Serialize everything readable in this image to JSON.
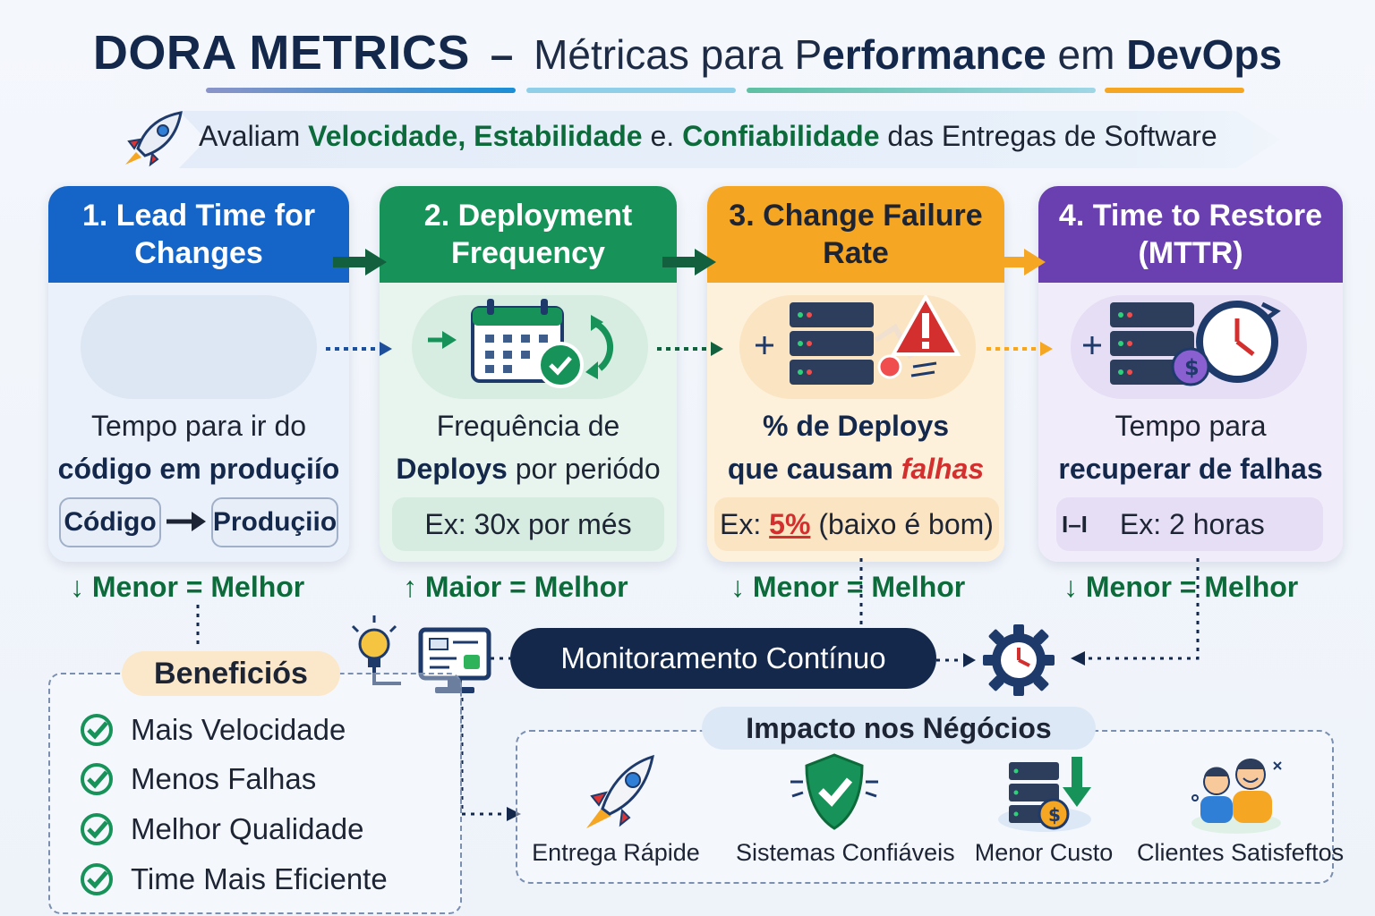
{
  "header": {
    "title_main": "DORA METRICS",
    "title_dash": "–",
    "title_part1": "Métricas para P",
    "title_bold1": "erformance",
    "title_part2": " em ",
    "title_bold2": "DevOps"
  },
  "subtitle": {
    "prefix": "Avaliam ",
    "velocidade": "Velocidade,",
    "estabilidade": " Estabilidade",
    "conj": " e. ",
    "confiabilidade": "Confiabilidade",
    "suffix": " das Entregas de Software"
  },
  "metrics": [
    {
      "header": "1. Lead Time for Changes",
      "desc_line1": "Tempo para ir do",
      "desc_line2": "código em produçiío",
      "flow_from": "Código",
      "flow_to": "Produçiio",
      "direction": "↓ Menor = Melhor",
      "color": "#1565c8"
    },
    {
      "header": "2.  Deployment Frequency",
      "desc_line1": "Frequência de",
      "desc_bold": "Deploys",
      "desc_rest": " por periódo",
      "example": "Ex: 30x por més",
      "direction": "↑ Maior = Melhor",
      "color": "#17935a"
    },
    {
      "header": "3.   Change Failure Rate",
      "desc_line1": "% de Deploys",
      "desc_bold": "que causam ",
      "desc_red": "falhas",
      "example_prefix": "Ex: ",
      "example_value": "5%",
      "example_suffix": " (baixo é bom)",
      "direction": "↓ Menor = Melhor",
      "color": "#f5a623"
    },
    {
      "header": "4. Time to Restore (MTTR)",
      "desc_line1": "Tempo para",
      "desc_line2": "recuperar de falhas",
      "example_icon": "I–I",
      "example": "Ex: 2 horas",
      "direction": "↓ Menor = Melhor",
      "color": "#6a3fb0"
    }
  ],
  "monitoring": {
    "label": "Monitoramento Contínuo"
  },
  "benefits": {
    "title": "Beneficiós",
    "items": [
      "Mais Velocidade",
      "Menos Falhas",
      "Melhor Qualidade",
      "Time Mais Eficiente"
    ]
  },
  "impact": {
    "title": "Impacto nos Négócios",
    "items": [
      "Entrega Rápide",
      "Sistemas Confiáveis",
      "Menor Custo",
      "Clientes Satisfeftos"
    ]
  },
  "colors": {
    "green_text": "#0d6a3a",
    "navy": "#14284b",
    "red": "#d32f2f"
  }
}
